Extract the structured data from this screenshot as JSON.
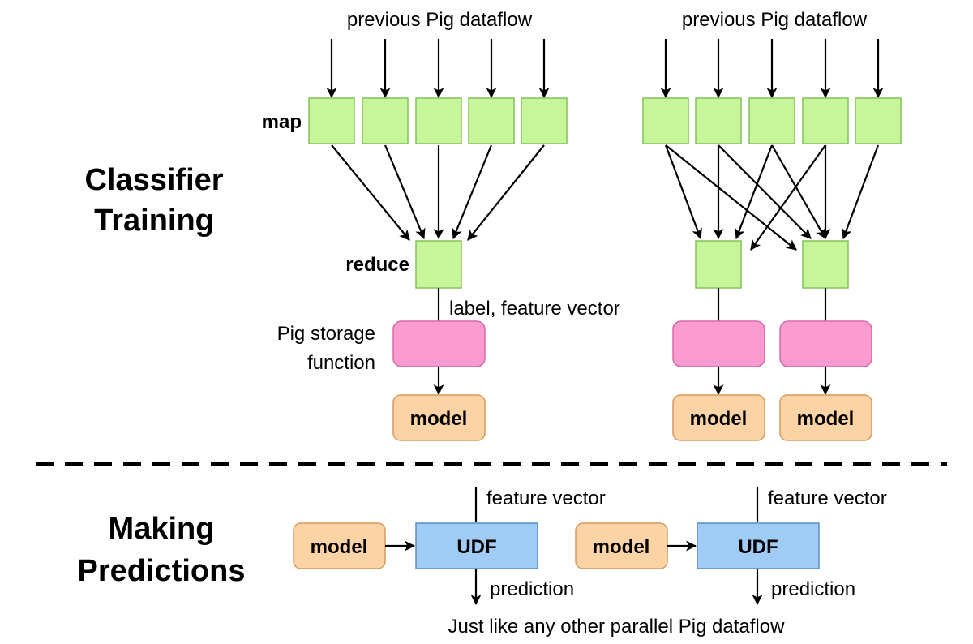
{
  "training_title_line1": "Classifier",
  "training_title_line2": "Training",
  "predictions_title_line1": "Making",
  "predictions_title_line2": "Predictions",
  "map_label": "map",
  "reduce_label": "reduce",
  "previous_dataflow_left": "previous Pig dataflow",
  "previous_dataflow_right": "previous Pig dataflow",
  "edge_label_reduce_output": "label, feature vector",
  "storage_label_line1": "Pig storage",
  "storage_label_line2": "function",
  "model_labels": [
    "model",
    "model",
    "model"
  ],
  "prediction_model_labels": [
    "model",
    "model"
  ],
  "udf_labels": [
    "UDF",
    "UDF"
  ],
  "feature_vector_labels": [
    "feature vector",
    "feature vector"
  ],
  "prediction_labels": [
    "prediction",
    "prediction"
  ],
  "footer_note": "Just like any other parallel Pig dataflow",
  "colors": {
    "map_reduce": "#c6f59a",
    "storage": "#fb9bd0",
    "model": "#fcd3a4",
    "udf": "#9fcbf5"
  }
}
